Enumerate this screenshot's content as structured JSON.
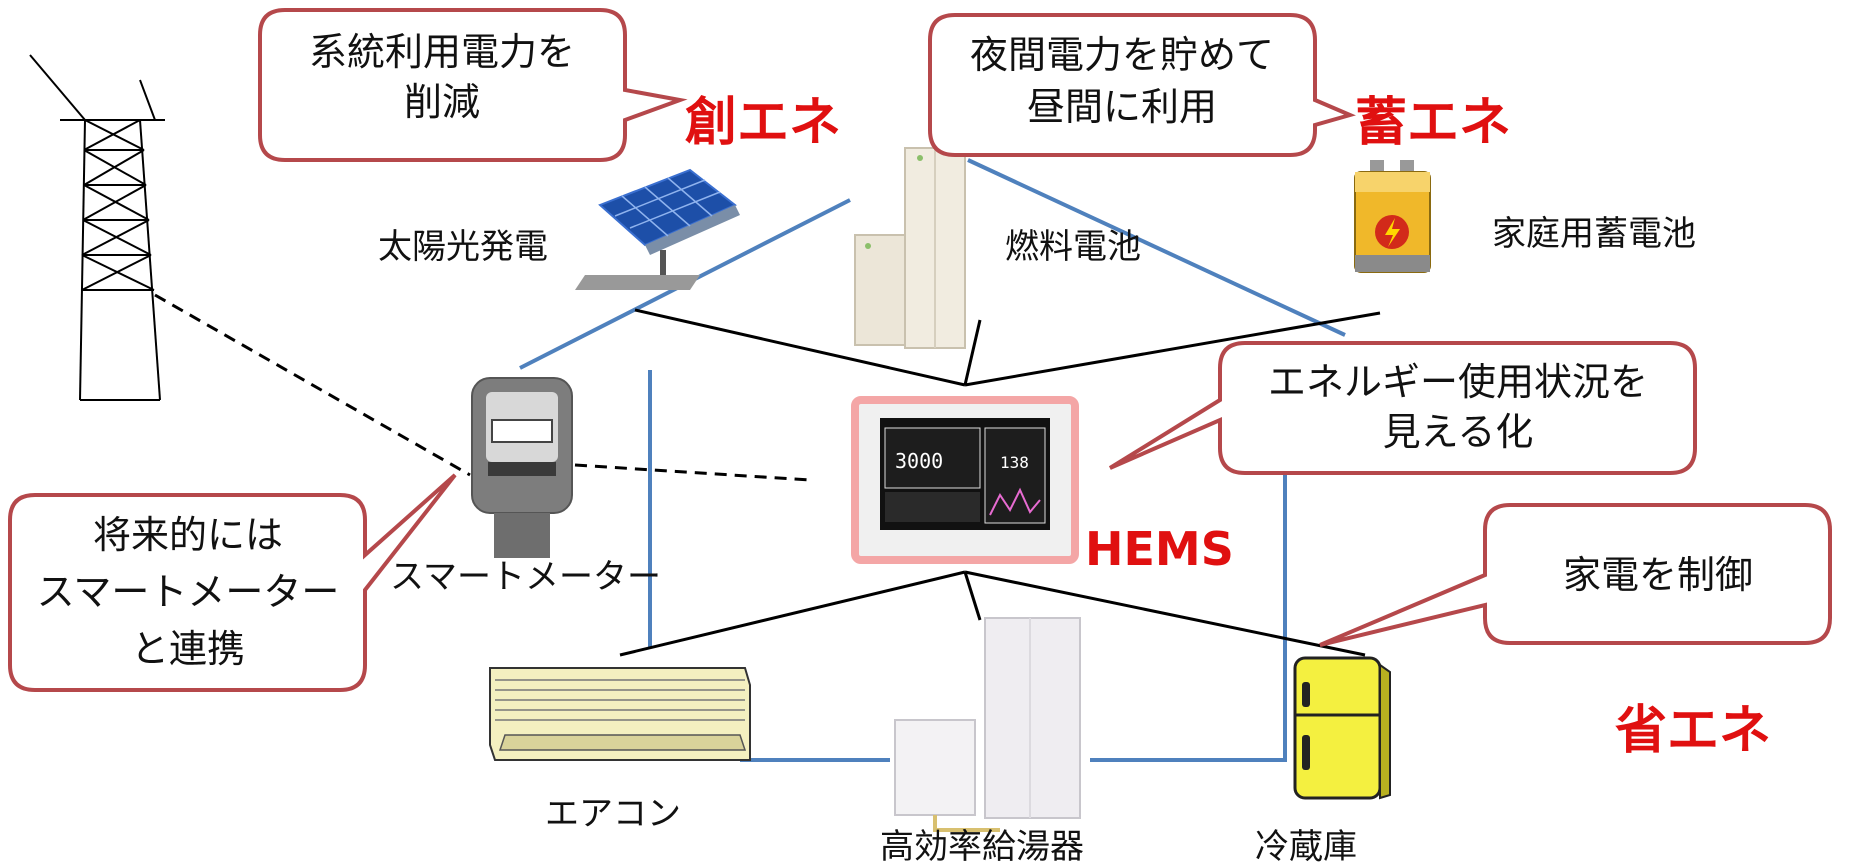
{
  "callouts": {
    "grid_reduce": {
      "line1": "系統利用電力を",
      "line2": "削減"
    },
    "night_power": {
      "line1": "夜間電力を貯めて",
      "line2": "昼間に利用"
    },
    "visualize": {
      "line1": "エネルギー使用状況を",
      "line2": "見える化"
    },
    "meter_future": {
      "line1": "将来的には",
      "line2": "スマートメーター",
      "line3": "と連携"
    },
    "appliance_control": {
      "line1": "家電を制御"
    }
  },
  "categories": {
    "create": "創エネ",
    "store": "蓄エネ",
    "save": "省エネ"
  },
  "hub": "HEMS",
  "devices": {
    "solar": "太陽光発電",
    "fuel_cell": "燃料電池",
    "battery": "家庭用蓄電池",
    "smart_meter": "スマートメーター",
    "aircon": "エアコン",
    "water_heater": "高効率給湯器",
    "fridge": "冷蔵庫"
  },
  "colors": {
    "category_red": "#e01010",
    "callout_border": "#b5484b",
    "house_outline": "#4f81bd"
  }
}
